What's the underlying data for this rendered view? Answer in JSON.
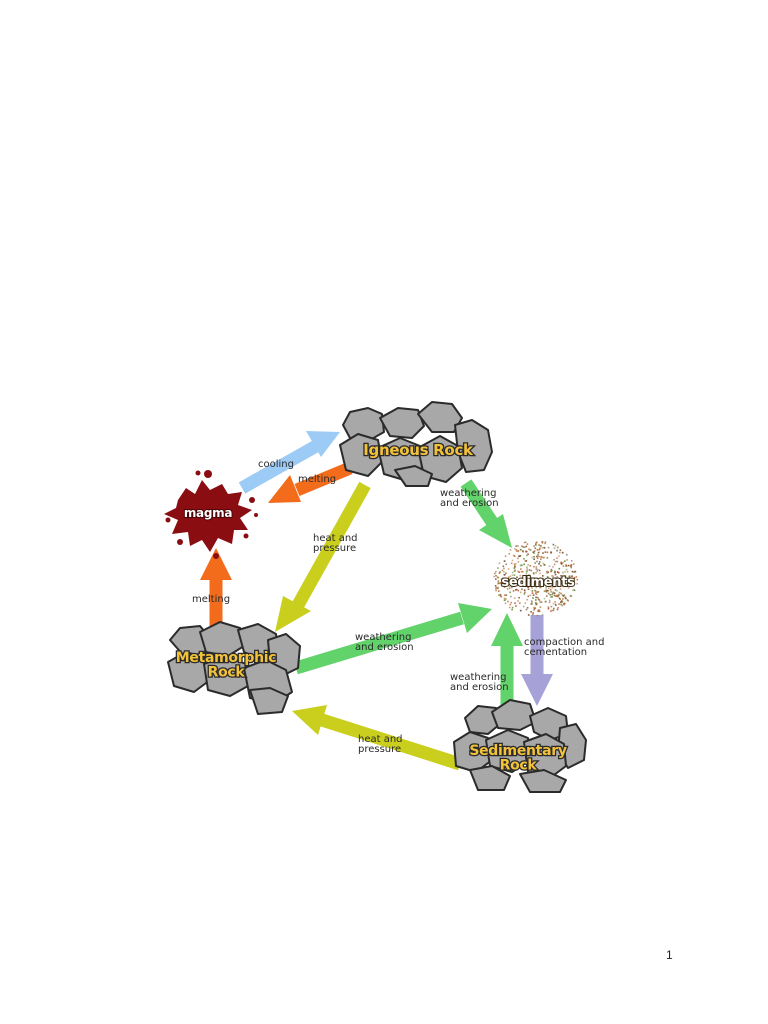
{
  "diagram": {
    "nodes": {
      "igneous": {
        "lines": [
          "Igneous Rock"
        ]
      },
      "magma": {
        "lines": [
          "magma"
        ]
      },
      "sediments": {
        "lines": [
          "sediments"
        ]
      },
      "metamorphic": {
        "lines": [
          "Metamorphic",
          "Rock"
        ]
      },
      "sedimentary": {
        "lines": [
          "Sedimentary",
          "Rock"
        ]
      }
    },
    "processes": {
      "cooling": {
        "lines": [
          "cooling"
        ],
        "color": "#9ccbf5"
      },
      "melting_igneous": {
        "lines": [
          "melting"
        ],
        "color": "#f26c1c"
      },
      "heat_pressure_igneous": {
        "lines": [
          "heat and",
          "pressure"
        ],
        "color": "#c9cf1c"
      },
      "weathering_igneous": {
        "lines": [
          "weathering",
          "and erosion"
        ],
        "color": "#62d26a"
      },
      "melting_metamorphic": {
        "lines": [
          "melting"
        ],
        "color": "#f26c1c"
      },
      "weathering_metamorphic": {
        "lines": [
          "weathering",
          "and erosion"
        ],
        "color": "#62d26a"
      },
      "compaction": {
        "lines": [
          "compaction and",
          "cementation"
        ],
        "color": "#a6a2d8"
      },
      "weathering_sedimentary": {
        "lines": [
          "weathering",
          "and erosion"
        ],
        "color": "#62d26a"
      },
      "heat_pressure_sedimentary": {
        "lines": [
          "heat and",
          "pressure"
        ],
        "color": "#c9cf1c"
      }
    },
    "colors": {
      "rock_fill": "#a8a8a8",
      "rock_stroke": "#2b2b2b",
      "magma_fill": "#8a0d12",
      "sediment_dot_colors": [
        "#8a4a1e",
        "#b07a3c",
        "#6b8a3a",
        "#c45a2a",
        "#7a5a3a"
      ]
    }
  },
  "footer": {
    "page_number": "1"
  }
}
